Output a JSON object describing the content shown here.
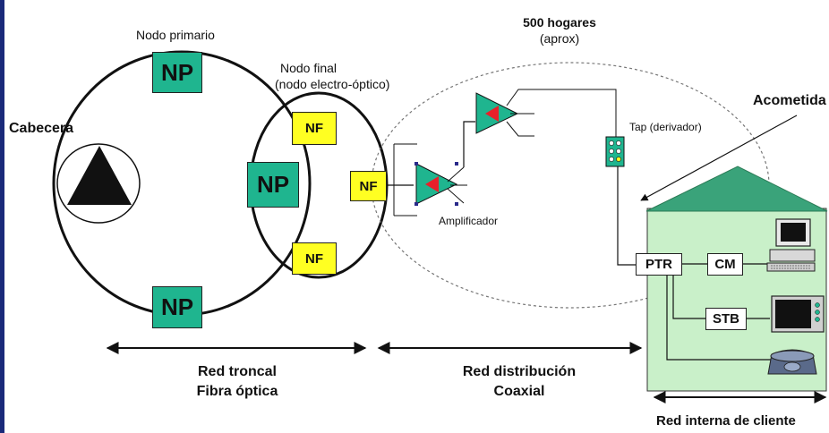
{
  "diagram": {
    "labels": {
      "nodo_primario": "Nodo primario",
      "nodo_final_line1": "Nodo final",
      "nodo_final_line2": "(nodo electro-óptico)",
      "hogares_line1": "500 hogares",
      "hogares_line2": "(aprox)",
      "acometida": "Acometida",
      "cabecera": "Cabecera",
      "tap": "Tap (derivador)",
      "amplificador": "Amplificador",
      "red_troncal_line1": "Red troncal",
      "red_troncal_line2": "Fibra óptica",
      "red_distribucion_line1": "Red distribución",
      "red_distribucion_line2": "Coaxial",
      "red_interna": "Red interna de cliente"
    },
    "nodes": {
      "np": "NP",
      "nf": "NF",
      "ptr": "PTR",
      "cm": "CM",
      "stb": "STB"
    },
    "colors": {
      "np_fill": "#1fb58f",
      "nf_fill": "#ffff22",
      "house_fill": "#c9f0c9",
      "roof_fill": "#3aa37a",
      "amp_fill": "#1fb58f",
      "amp_core": "#e8202a",
      "left_bar": "#1a2a7a"
    },
    "icons": [
      "headend-triangle-icon",
      "amplifier-icon",
      "tap-icon",
      "computer-icon",
      "tv-icon",
      "phone-icon"
    ]
  }
}
